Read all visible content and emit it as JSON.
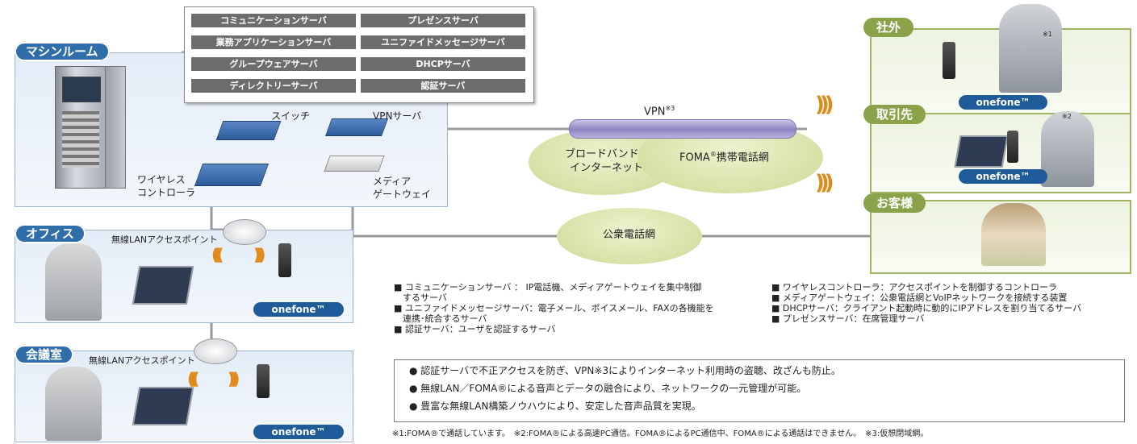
{
  "zones": {
    "machine_room": "マシンルーム",
    "office": "オフィス",
    "meeting_room": "会議室",
    "outside": "社外",
    "client": "取引先",
    "customer": "お客様"
  },
  "servers": [
    "コミュニケーションサーバ",
    "プレゼンスサーバ",
    "業務アプリケーションサーバ",
    "ユニファイドメッセージサーバ",
    "グループウェアサーバ",
    "DHCPサーバ",
    "ディレクトリーサーバ",
    "認証サーバ"
  ],
  "devices": {
    "switch": "スイッチ",
    "vpn_server": "VPNサーバ",
    "wireless_controller_1": "ワイヤレス",
    "wireless_controller_2": "コントローラ",
    "media_gateway_1": "メディア",
    "media_gateway_2": "ゲートウェイ",
    "access_point_office": "無線LANアクセスポイント",
    "access_point_meeting": "無線LANアクセスポイント"
  },
  "networks": {
    "vpn": "VPN",
    "vpn_sup": "※3",
    "broadband_1": "ブロードバンド",
    "broadband_2": "インターネット",
    "foma": "FOMA",
    "foma_sup": "®",
    "foma_rest": "携帯電話網",
    "pstn": "公衆電話網"
  },
  "onefone": "onefone™",
  "marks": {
    "m1": "※1",
    "m2": "※2"
  },
  "legend_left": [
    "■ コミュニケーションサーバ ： IP電話機、メディアゲートウェイを集中制御",
    "　するサーバ",
    "■ ユニファイドメッセージサーバ：電子メール、ボイスメール、FAXの各機能を",
    "　連携･統合するサーバ",
    "■ 認証サーバ：ユーザを認証するサーバ"
  ],
  "legend_right": [
    "■ ワイヤレスコントローラ：アクセスポイントを制御するコントローラ",
    "■ メディアゲートウェイ：公衆電話網とVoIPネットワークを接続する装置",
    "■ DHCPサーバ：クライアント起動時に動的にIPアドレスを割り当てるサーバ",
    "■ プレゼンスサーバ：在席管理サーバ"
  ],
  "benefits": [
    "● 認証サーバで不正アクセスを防ぎ、VPN※3によりインターネット利用時の盗聴、改ざんも防止。",
    "● 無線LAN／FOMA®による音声とデータの融合により、ネットワークの一元管理が可能。",
    "● 豊富な無線LAN構築ノウハウにより、安定した音声品質を実現。"
  ],
  "footnote": "※1:FOMA®で通話しています。　※2:FOMA®による高速PC通信。FOMA®によるPC通信中、FOMA®による通話はできません。　※3:仮想閉域網。",
  "colors": {
    "blue_tab": "#2f6ea8",
    "green_tab": "#8aa24a",
    "onefone_bg": "#1f5b99",
    "server_box": "#6d6d6d",
    "cloud": "#d9e0a6",
    "wave": "#e08a1a"
  }
}
